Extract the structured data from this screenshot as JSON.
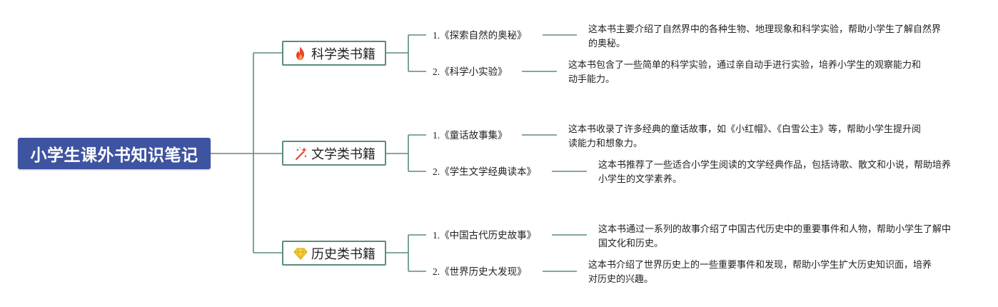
{
  "root": {
    "title": "小学生课外书知识笔记"
  },
  "branches": [
    {
      "label": "科学类书籍",
      "icon": "fire-icon",
      "books": [
        {
          "title": "1.《探索自然的奥秘》",
          "desc": "这本书主要介绍了自然界中的各种生物、地理现象和科学实验，帮助小学生了解自然界的奥秘。"
        },
        {
          "title": "2.《科学小实验》",
          "desc": "这本书包含了一些简单的科学实验，通过亲自动手进行实验，培养小学生的观察能力和动手能力。"
        }
      ]
    },
    {
      "label": "文学类书籍",
      "icon": "magic-wand-icon",
      "books": [
        {
          "title": "1.《童话故事集》",
          "desc": "这本书收录了许多经典的童话故事，如《小红帽》、《白雪公主》等，帮助小学生提升阅读能力和想象力。"
        },
        {
          "title": "2.《学生文学经典读本》",
          "desc": "这本书推荐了一些适合小学生阅读的文学经典作品，包括诗歌、散文和小说，帮助培养小学生的文学素养。"
        }
      ]
    },
    {
      "label": "历史类书籍",
      "icon": "diamond-icon",
      "books": [
        {
          "title": "1.《中国古代历史故事》",
          "desc": "这本书通过一系列的故事介绍了中国古代历史中的重要事件和人物，帮助小学生了解中国文化和历史。"
        },
        {
          "title": "2.《世界历史大发现》",
          "desc": "这本书介绍了世界历史上的一些重要事件和发现，帮助小学生扩大历史知识面，培养对历史的兴趣。"
        }
      ]
    }
  ],
  "colors": {
    "root_fill": "#3f54a0",
    "connector": "#5b8c7d"
  }
}
